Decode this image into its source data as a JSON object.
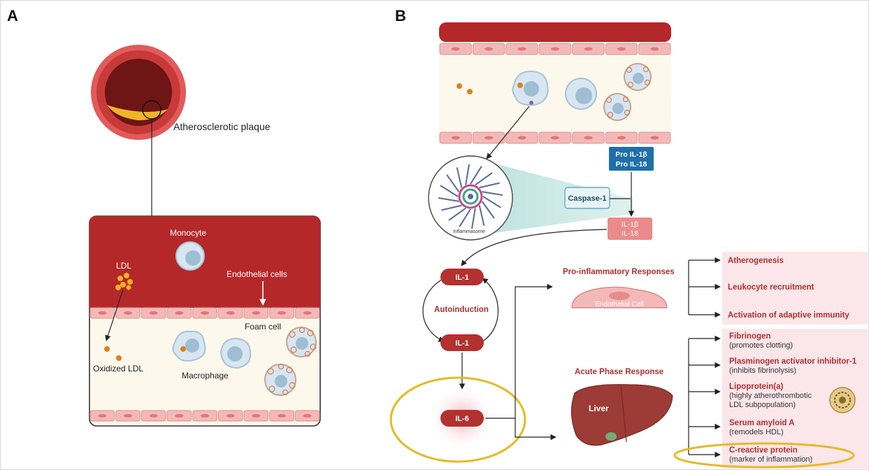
{
  "panelA": {
    "letter": "A",
    "plaque_label": "Atherosclerotic plaque",
    "monocyte": "Monocyte",
    "ldl": "LDL",
    "endothelial": "Endothelial cells",
    "foam": "Foam cell",
    "oxidized": "Oxidized LDL",
    "macrophage": "Macrophage"
  },
  "panelB": {
    "letter": "B",
    "pro_il": [
      "Pro IL-1β",
      "Pro IL-18"
    ],
    "caspase": "Caspase-1",
    "inflammasome": "Inflammasome",
    "il_mature": [
      "IL-1β",
      "IL-18"
    ],
    "il1_top": "IL-1",
    "autoinduction": "Autoinduction",
    "il1_bottom": "IL-1",
    "il6": "IL-6",
    "pro_inflam_title": "Pro-inflammatory Responses",
    "endothelial_cell": "Endothelial Cell",
    "acute_title": "Acute Phase Response",
    "liver": "Liver",
    "pro_outcomes": [
      "Atherogenesis",
      "Leukocyte recruitment",
      "Activation of adaptive immunity"
    ],
    "acute_outcomes": [
      {
        "title": "Fibrinogen",
        "desc": [
          "(promotes clotting)"
        ]
      },
      {
        "title": "Plasminogen activator inhibitor-1",
        "desc": [
          "(inhibits fibrinolysis)"
        ]
      },
      {
        "title": "Lipoprotein(a)",
        "desc": [
          "(highly atherothrombotic",
          "LDL subpopulation)"
        ]
      },
      {
        "title": "Serum amyloid A",
        "desc": [
          "(remodels HDL)"
        ]
      },
      {
        "title": "C-reactive protein",
        "desc": [
          "(marker of inflammation)"
        ]
      }
    ]
  },
  "colors": {
    "vessel_red": "#b5282a",
    "endothelium_pink": "#f3b9b8",
    "lumen_cream": "#fdf8ec",
    "highlight_ring": "#e8b923",
    "pill_red": "#b3312f",
    "box_blue": "#1f6fa8",
    "outcome_bg": "#fbe6ea"
  }
}
